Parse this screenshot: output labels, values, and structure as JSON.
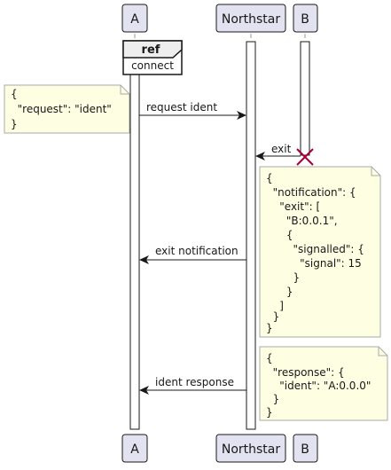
{
  "participants": [
    {
      "id": "A",
      "label": "A"
    },
    {
      "id": "Northstar",
      "label": "Northstar"
    },
    {
      "id": "B",
      "label": "B"
    }
  ],
  "ref": {
    "tag": "ref",
    "text": "connect"
  },
  "messages": [
    {
      "id": "request-ident",
      "label": "request ident",
      "from": "A",
      "to": "Northstar"
    },
    {
      "id": "exit",
      "label": "exit",
      "from": "B",
      "to": "Northstar"
    },
    {
      "id": "exit-notification",
      "label": "exit notification",
      "from": "Northstar",
      "to": "A"
    },
    {
      "id": "ident-response",
      "label": "ident response",
      "from": "Northstar",
      "to": "A"
    }
  ],
  "notes": [
    {
      "id": "note-request",
      "lines": [
        "{",
        "  \"request\": \"ident\"",
        "}"
      ]
    },
    {
      "id": "note-notification",
      "lines": [
        "{",
        "  \"notification\": {",
        "    \"exit\": [",
        "      \"B:0.0.1\",",
        "      {",
        "        \"signalled\": {",
        "          \"signal\": 15",
        "        }",
        "      }",
        "    ]",
        "  }",
        "}"
      ]
    },
    {
      "id": "note-response",
      "lines": [
        "{",
        "  \"response\": {",
        "    \"ident\": \"A:0.0.0\"",
        "  }",
        "}"
      ]
    }
  ],
  "colors": {
    "participant_fill": "#e2e2f0",
    "participant_stroke": "#181818",
    "note_fill": "#fefee2",
    "note_stroke": "#aaaaaa",
    "lifeline": "#999999",
    "destroy": "#a80036",
    "text": "#181818"
  }
}
